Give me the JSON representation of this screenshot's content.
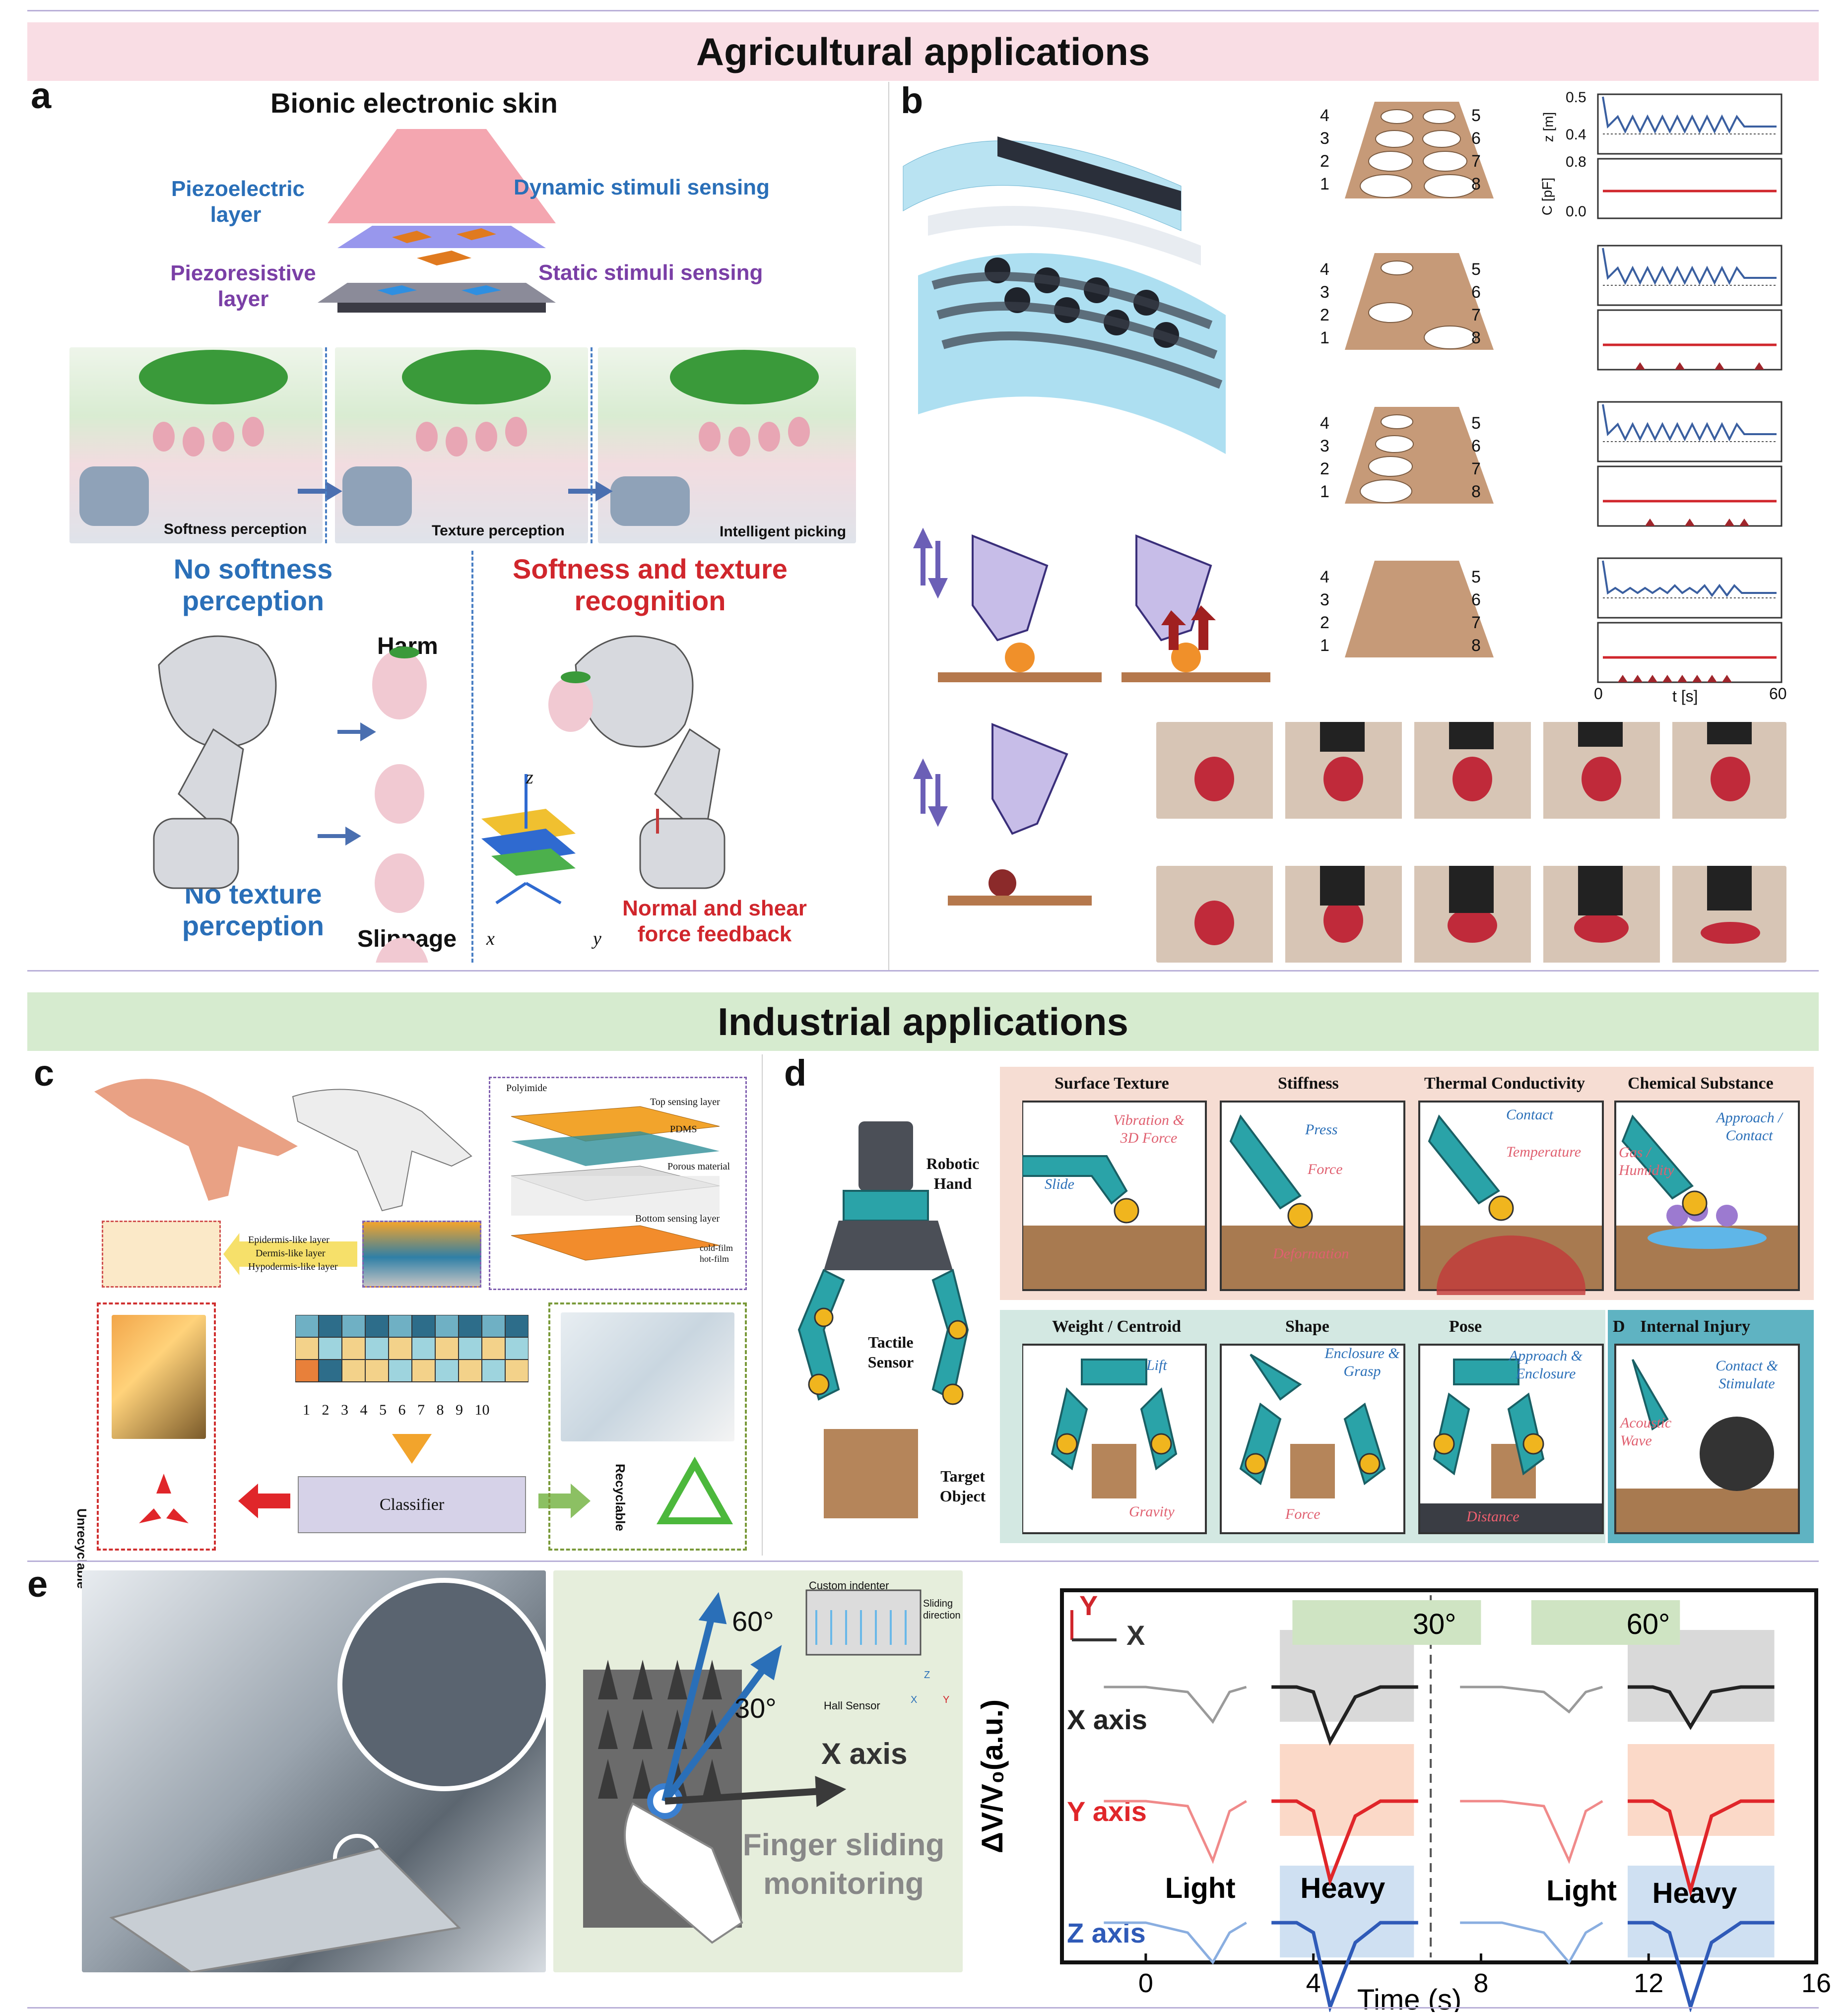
{
  "headers": {
    "agri": "Agricultural applications",
    "industrial": "Industrial applications"
  },
  "panels": {
    "a": "a",
    "b": "b",
    "c": "c",
    "d": "d",
    "e": "e"
  },
  "panel_a": {
    "title": "Bionic electronic skin",
    "piezoelectric": "Piezoelectric layer",
    "piezoresistive": "Piezoresistive layer",
    "dynamic": "Dynamic stimuli sensing",
    "static": "Static stimuli sensing",
    "softness_perception": "Softness perception",
    "texture_perception": "Texture perception",
    "intelligent_picking": "Intelligent picking",
    "no_softness": "No softness perception",
    "harm": "Harm",
    "no_texture": "No texture perception",
    "slippage": "Slippage",
    "softness_texture": "Softness and texture recognition",
    "normal_shear": "Normal and shear force feedback",
    "axis_z": "z",
    "axis_x": "x",
    "axis_y": "y"
  },
  "panel_b": {
    "hole_numbers_left": [
      "4",
      "3",
      "2",
      "1"
    ],
    "hole_numbers_right": [
      "5",
      "6",
      "7",
      "8"
    ],
    "z_label": "z [m]",
    "c_label": "C [pF]",
    "z_ticks": [
      "0.5",
      "0.4"
    ],
    "c_ticks": [
      "0.8",
      "0.0"
    ],
    "x_ticks": [
      "0",
      "60"
    ],
    "x_label": "t [s]"
  },
  "panel_c": {
    "layers": [
      "Polyimide",
      "Top sensing layer",
      "PDMS",
      "Porous material",
      "Bottom sensing layer",
      "cold-film",
      "hot-film"
    ],
    "skin_layers": [
      "Epidermis-like layer",
      "Dermis-like layer",
      "Hypodermis-like layer"
    ],
    "grid_numbers": [
      "1",
      "2",
      "3",
      "4",
      "5",
      "6",
      "7",
      "8",
      "9",
      "10"
    ],
    "classifier": "Classifier",
    "unrecyclable": "Unrecyclable",
    "recyclable": "Recyclable"
  },
  "panel_d": {
    "robotic_hand": "Robotic Hand",
    "tactile_sensor": "Tactile Sensor",
    "target_object": "Target Object",
    "top_titles": [
      "Surface Texture",
      "Stiffness",
      "Thermal Conductivity",
      "Chemical Substance"
    ],
    "bottom_titles": [
      "Weight / Centroid",
      "Shape",
      "Pose",
      "Internal Injury"
    ],
    "internal_letter": "D",
    "surface": {
      "slide": "Slide",
      "vibration": "Vibration & 3D Force"
    },
    "stiffness": {
      "press": "Press",
      "force": "Force",
      "deformation": "Deformation"
    },
    "thermal": {
      "contact": "Contact",
      "temperature": "Temperature"
    },
    "chemical": {
      "approach": "Approach / Contact",
      "gas": "Gas / Humidity"
    },
    "weight": {
      "lift": "Lift",
      "gravity": "Gravity"
    },
    "shape": {
      "enclosure": "Enclosure & Grasp",
      "force": "Force"
    },
    "pose": {
      "approach": "Approach & Enclosure",
      "distance": "Distance"
    },
    "injury": {
      "contact": "Contact & Stimulate",
      "acoustic": "Acoustic Wave"
    }
  },
  "panel_e": {
    "angle60": "60°",
    "angle30": "30°",
    "x_axis": "X axis",
    "custom_indenter": "Custom indenter",
    "sliding_direction": "Sliding direction",
    "hall_sensor": "Hall Sensor",
    "finger_sliding": "Finger sliding monitoring",
    "mini_x": "X",
    "mini_y": "Y",
    "mini_z": "Z"
  },
  "colors": {
    "agri_band": "#f9dde4",
    "industrial_band": "#d6ebcf",
    "accent_blue": "#2a6fb8",
    "accent_red": "#d0262c",
    "accent_purple": "#7a3fa6",
    "teal": "#2aa3a8"
  },
  "chart_data": {
    "type": "line",
    "xlabel": "Time (s)",
    "ylabel": "ΔV/V₀(a.u.)",
    "xlim": [
      -2,
      16
    ],
    "xticks": [
      "0",
      "4",
      "8",
      "12",
      "16"
    ],
    "legend_axes": {
      "y": "Y",
      "x": "X"
    },
    "angle_labels": [
      "30°",
      "60°"
    ],
    "row_labels": [
      "X axis",
      "Y axis",
      "Z axis"
    ],
    "load_labels": [
      "Light",
      "Heavy",
      "Light",
      "Heavy"
    ],
    "row_colors": [
      "#222222",
      "#e0262a",
      "#2f5ab8"
    ],
    "divider_x": 6.8,
    "series": [
      {
        "name": "X axis",
        "x": [
          -1,
          0,
          1,
          1.6,
          2,
          2.4,
          3,
          3.6,
          4,
          4.4,
          5,
          5.6,
          6.5
        ],
        "values": [
          0,
          0,
          -0.05,
          -0.35,
          -0.05,
          0,
          0,
          0,
          -0.05,
          -0.55,
          -0.1,
          0,
          0
        ]
      },
      {
        "name": "Y axis",
        "x": [
          -1,
          0,
          1,
          1.6,
          2,
          2.4,
          3,
          3.6,
          4,
          4.4,
          5,
          5.6,
          6.5
        ],
        "values": [
          0,
          0,
          -0.05,
          -0.6,
          -0.1,
          0,
          0,
          0,
          -0.1,
          -0.8,
          -0.15,
          0,
          0
        ]
      },
      {
        "name": "Z axis",
        "x": [
          -1,
          0,
          1,
          1.6,
          2,
          2.4,
          3,
          3.6,
          4,
          4.4,
          5,
          5.6,
          6.5
        ],
        "values": [
          0,
          0,
          -0.1,
          -0.4,
          -0.1,
          0,
          0,
          0,
          -0.1,
          -0.85,
          -0.2,
          0,
          0
        ]
      },
      {
        "name": "X axis",
        "x": [
          7.5,
          8.5,
          9.5,
          10.1,
          10.5,
          10.9,
          11.5,
          12.1,
          12.5,
          13,
          13.5,
          14.2,
          15
        ],
        "values": [
          0,
          0,
          -0.05,
          -0.25,
          -0.05,
          0,
          0,
          0,
          -0.05,
          -0.4,
          -0.05,
          0,
          0
        ]
      },
      {
        "name": "Y axis",
        "x": [
          7.5,
          8.5,
          9.5,
          10.1,
          10.5,
          10.9,
          11.5,
          12.1,
          12.5,
          13,
          13.5,
          14.2,
          15
        ],
        "values": [
          0,
          0,
          -0.05,
          -0.6,
          -0.1,
          0,
          0,
          0,
          -0.1,
          -0.9,
          -0.15,
          0,
          0
        ]
      },
      {
        "name": "Z axis",
        "x": [
          7.5,
          8.5,
          9.5,
          10.1,
          10.5,
          10.9,
          11.5,
          12.1,
          12.5,
          13,
          13.5,
          14.2,
          15
        ],
        "values": [
          0,
          0,
          -0.1,
          -0.4,
          -0.1,
          0,
          0,
          0,
          -0.1,
          -0.85,
          -0.2,
          0,
          0
        ]
      }
    ]
  }
}
